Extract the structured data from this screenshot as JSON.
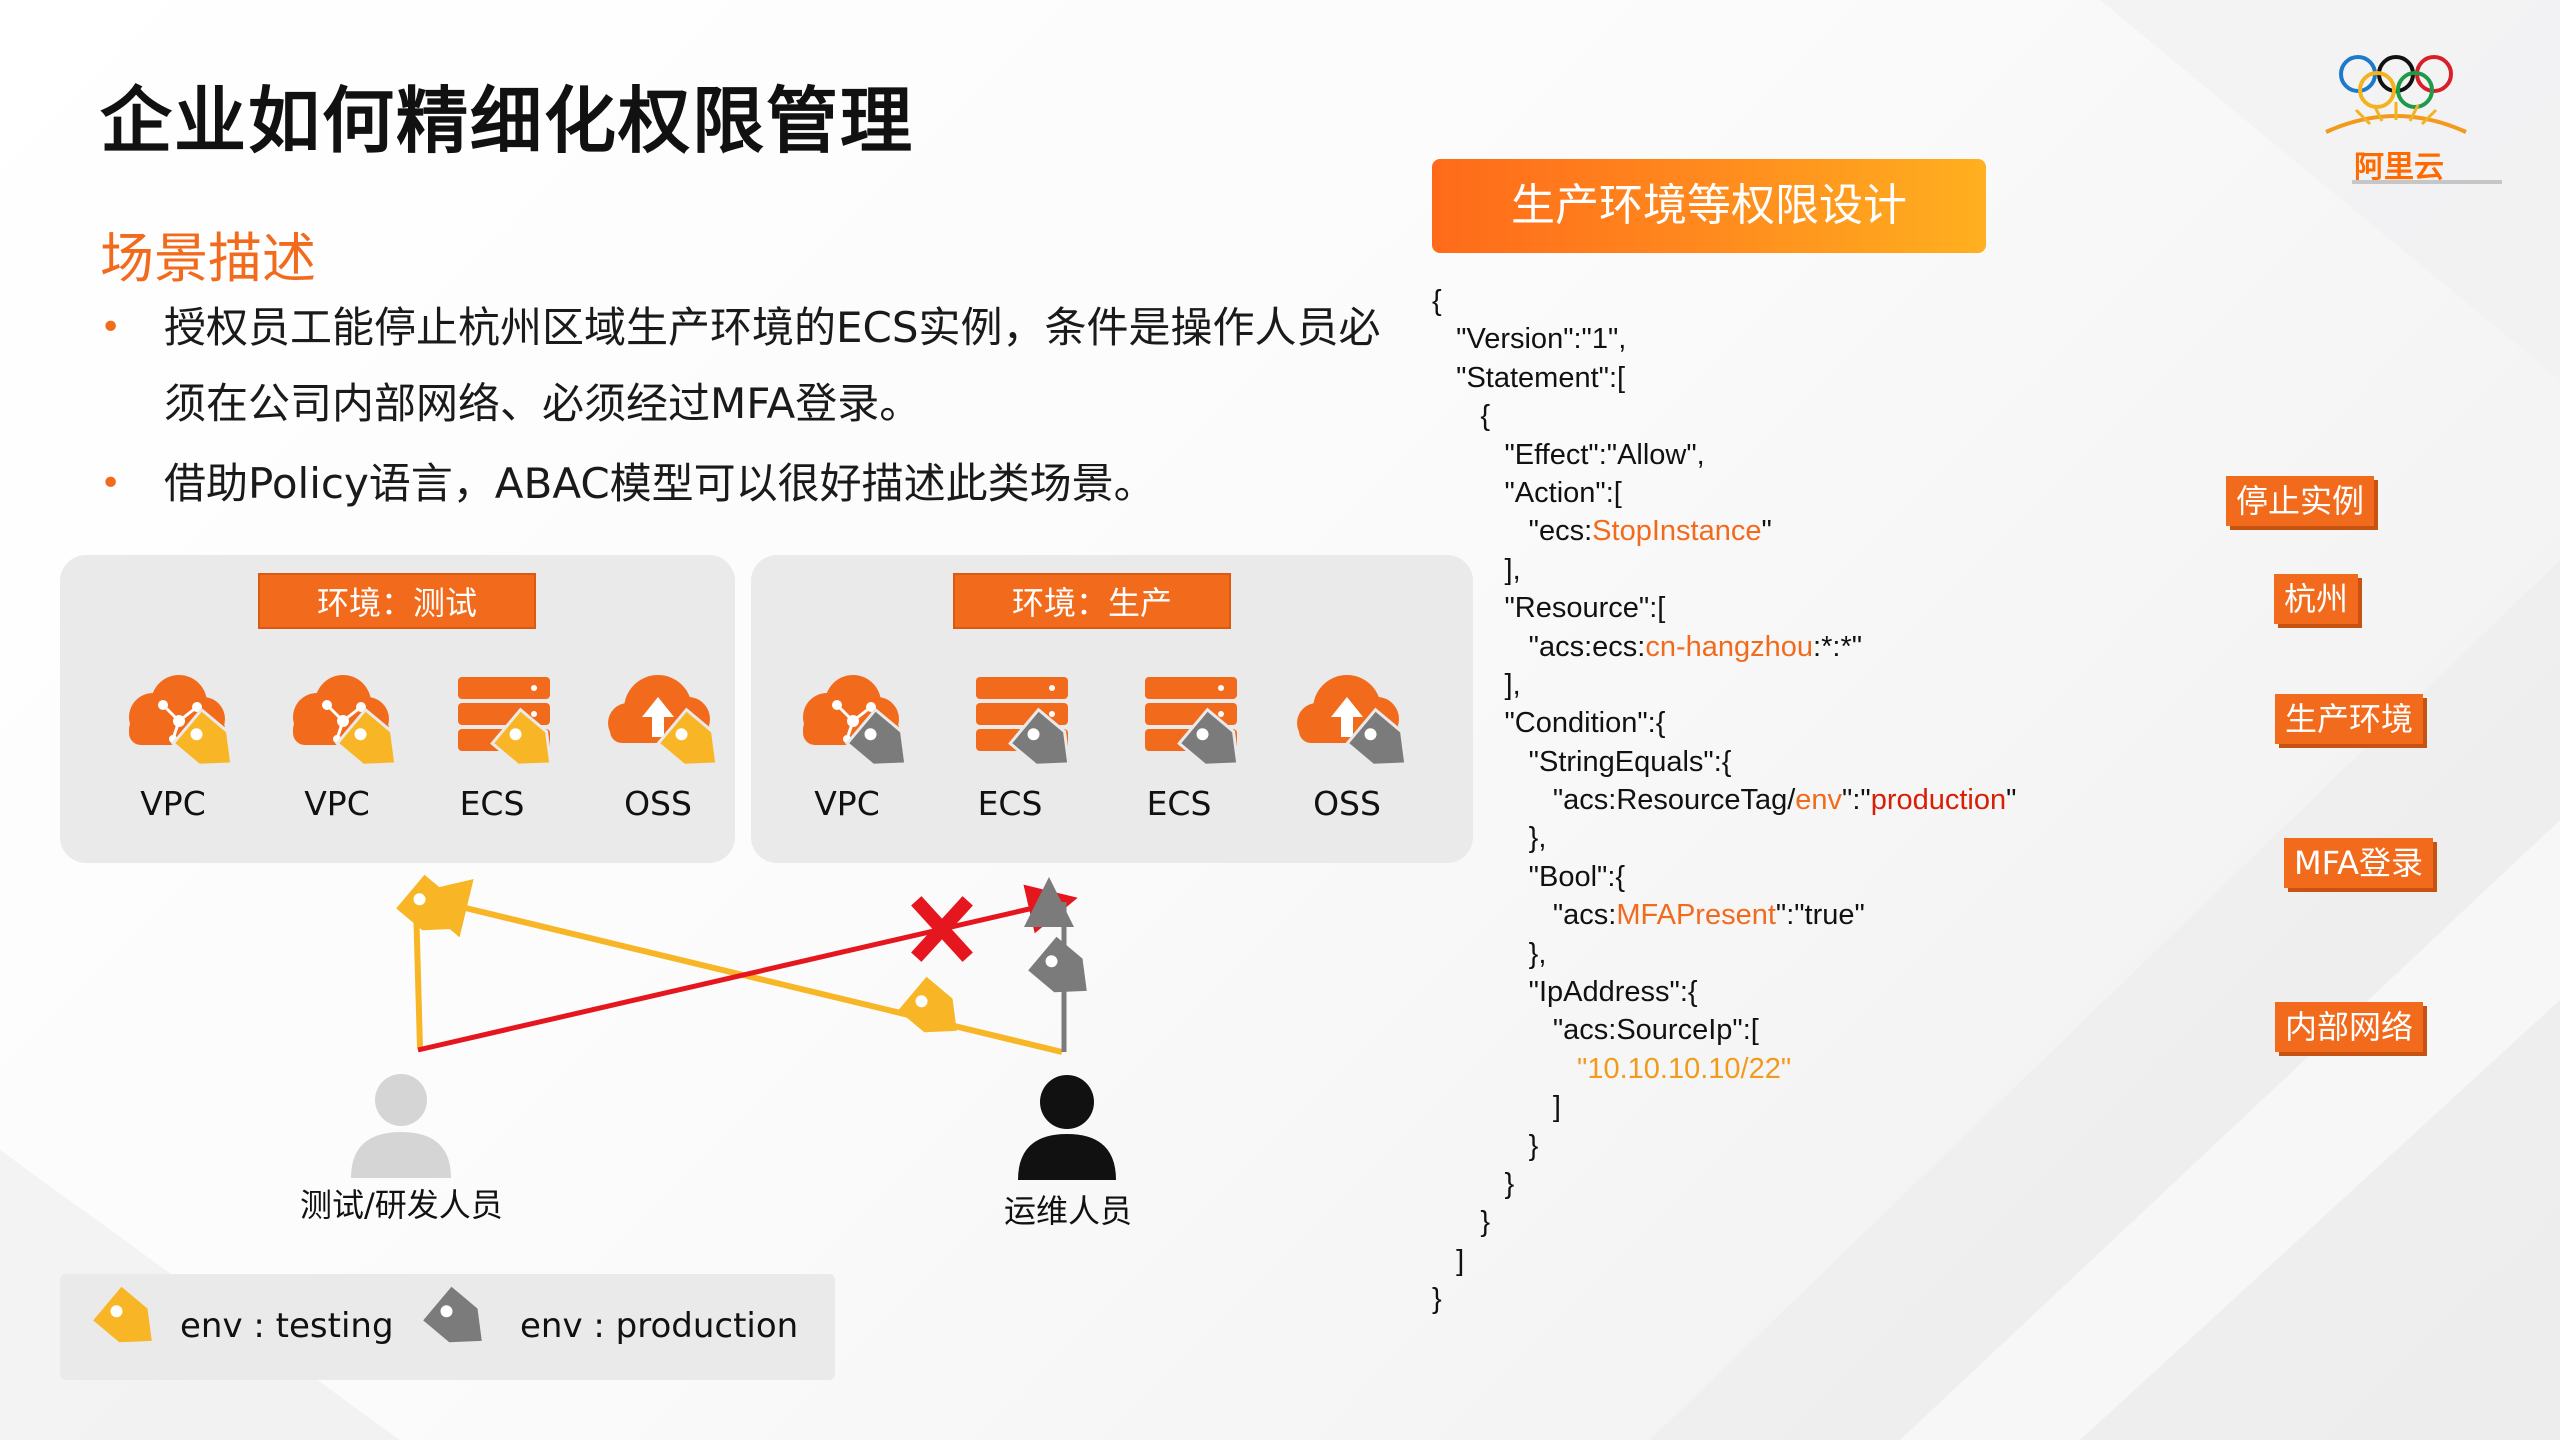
{
  "title": "企业如何精细化权限管理",
  "logo": {
    "text": "阿里云"
  },
  "scenario": {
    "heading": "场景描述",
    "bullets": [
      "授权员工能停止杭州区域生产环境的ECS实例，条件是操作人员必须在公司内部网络、必须经过MFA登录。",
      "借助Policy语言，ABAC模型可以很好描述此类场景。"
    ],
    "bullet_marker": "•"
  },
  "environments": [
    {
      "label": "环境：测试",
      "resources": [
        {
          "name": "VPC",
          "icon": "cloud-network-icon",
          "tag": "testing"
        },
        {
          "name": "VPC",
          "icon": "cloud-network-icon",
          "tag": "testing"
        },
        {
          "name": "ECS",
          "icon": "server-stack-icon",
          "tag": "testing"
        },
        {
          "name": "OSS",
          "icon": "cloud-upload-icon",
          "tag": "testing"
        }
      ]
    },
    {
      "label": "环境：生产",
      "resources": [
        {
          "name": "VPC",
          "icon": "cloud-network-icon",
          "tag": "production"
        },
        {
          "name": "ECS",
          "icon": "server-stack-icon",
          "tag": "production"
        },
        {
          "name": "ECS",
          "icon": "server-stack-icon",
          "tag": "production"
        },
        {
          "name": "OSS",
          "icon": "cloud-upload-icon",
          "tag": "production"
        }
      ]
    }
  ],
  "people": {
    "tester": "测试/研发人员",
    "ops": "运维人员"
  },
  "legend": {
    "testing": "env : testing",
    "production": "env : production"
  },
  "policy": {
    "header": "生产环境等权限设计",
    "lines": [
      [
        {
          "t": "{"
        }
      ],
      [
        {
          "t": "   \"Version\":\"1\","
        }
      ],
      [
        {
          "t": "   \"Statement\":["
        }
      ],
      [
        {
          "t": "      {"
        }
      ],
      [
        {
          "t": "         \"Effect\":\"Allow\","
        }
      ],
      [
        {
          "t": "         \"Action\":["
        }
      ],
      [
        {
          "t": "            \"ecs:"
        },
        {
          "t": "StopInstance",
          "c": "o"
        },
        {
          "t": "\""
        }
      ],
      [
        {
          "t": "         ],"
        }
      ],
      [
        {
          "t": "         \"Resource\":["
        }
      ],
      [
        {
          "t": "            \"acs:ecs:"
        },
        {
          "t": "cn-hangzhou",
          "c": "o"
        },
        {
          "t": ":*:*\""
        }
      ],
      [
        {
          "t": "         ],"
        }
      ],
      [
        {
          "t": "         \"Condition\":{"
        }
      ],
      [
        {
          "t": "            \"StringEquals\":{"
        }
      ],
      [
        {
          "t": "               \"acs:ResourceTag/"
        },
        {
          "t": "env",
          "c": "o"
        },
        {
          "t": "\":\""
        },
        {
          "t": "production",
          "c": "r"
        },
        {
          "t": "\""
        }
      ],
      [
        {
          "t": "            },"
        }
      ],
      [
        {
          "t": "            \"Bool\":{"
        }
      ],
      [
        {
          "t": "               \"acs:"
        },
        {
          "t": "MFAPresent",
          "c": "o"
        },
        {
          "t": "\":\"true\""
        }
      ],
      [
        {
          "t": "            },"
        }
      ],
      [
        {
          "t": "            \"IpAddress\":{"
        }
      ],
      [
        {
          "t": "               \"acs:SourceIp\":["
        }
      ],
      [
        {
          "t": "                  "
        },
        {
          "t": "\"10.10.10.10/22\"",
          "c": "y"
        }
      ],
      [
        {
          "t": "               ]"
        }
      ],
      [
        {
          "t": "            }"
        }
      ],
      [
        {
          "t": "         }"
        }
      ],
      [
        {
          "t": "      }"
        }
      ],
      [
        {
          "t": "   ]"
        }
      ],
      [
        {
          "t": "}"
        }
      ]
    ]
  },
  "annotations": [
    "停止实例",
    "杭州",
    "生产环境",
    "MFA登录",
    "内部网络"
  ],
  "colors": {
    "orange": "#f26b1d",
    "testing_tag": "#f8b626",
    "production_tag": "#7b7b7b",
    "deny": "#e5161e"
  }
}
